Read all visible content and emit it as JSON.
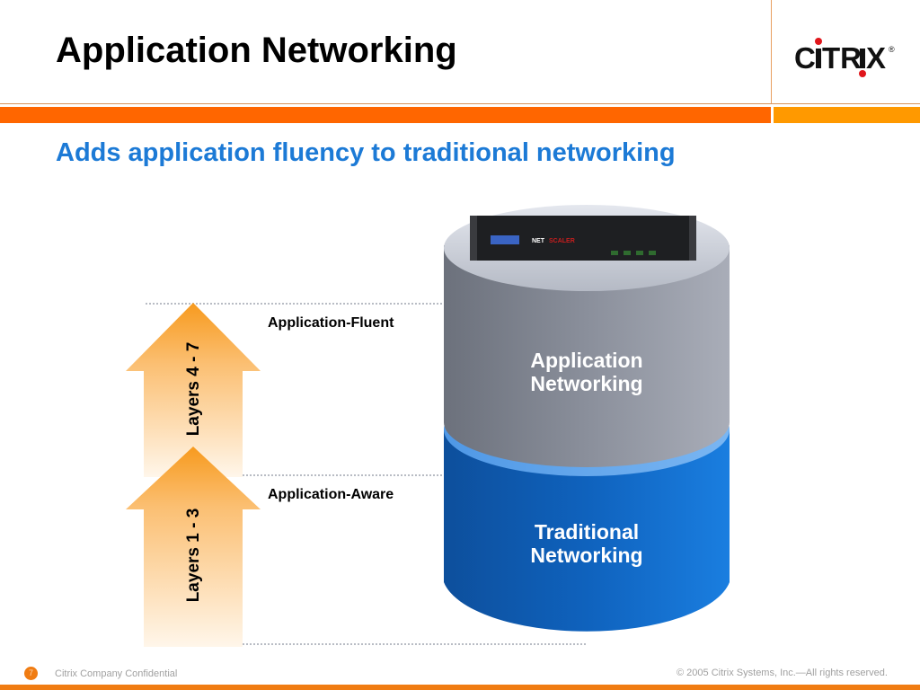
{
  "slide": {
    "title": "Application Networking",
    "subtitle": "Adds application fluency to traditional networking",
    "logo": {
      "text": "CiTRiX",
      "registered": "®",
      "accent_color": "#e0161b"
    }
  },
  "colors": {
    "title": "#000000",
    "subtitle": "#1c7ad6",
    "header_bar": "#ff6600",
    "header_bar_side": "#ff9900",
    "footer_bar": "#f07c12",
    "arrow": "#f8a030",
    "cylinder_top": "#8a8f99",
    "cylinder_bottom": "#1466c4"
  },
  "diagram": {
    "arrows": [
      {
        "label": "Layers 4 - 7"
      },
      {
        "label": "Layers 1 - 3"
      }
    ],
    "levels": [
      {
        "label": "Application-Fluent"
      },
      {
        "label": "Application-Aware"
      }
    ],
    "cylinder": {
      "top_segment": {
        "line1": "Application",
        "line2": "Networking"
      },
      "bottom_segment": {
        "line1": "Traditional",
        "line2": "Networking"
      },
      "device": {
        "brand": "NET",
        "brand_suffix": "SCALER",
        "icon": "server-appliance-icon"
      }
    }
  },
  "footer": {
    "page_number": "7",
    "confidential": "Citrix Company Confidential",
    "copyright": "© 2005 Citrix Systems, Inc.—All rights reserved."
  }
}
